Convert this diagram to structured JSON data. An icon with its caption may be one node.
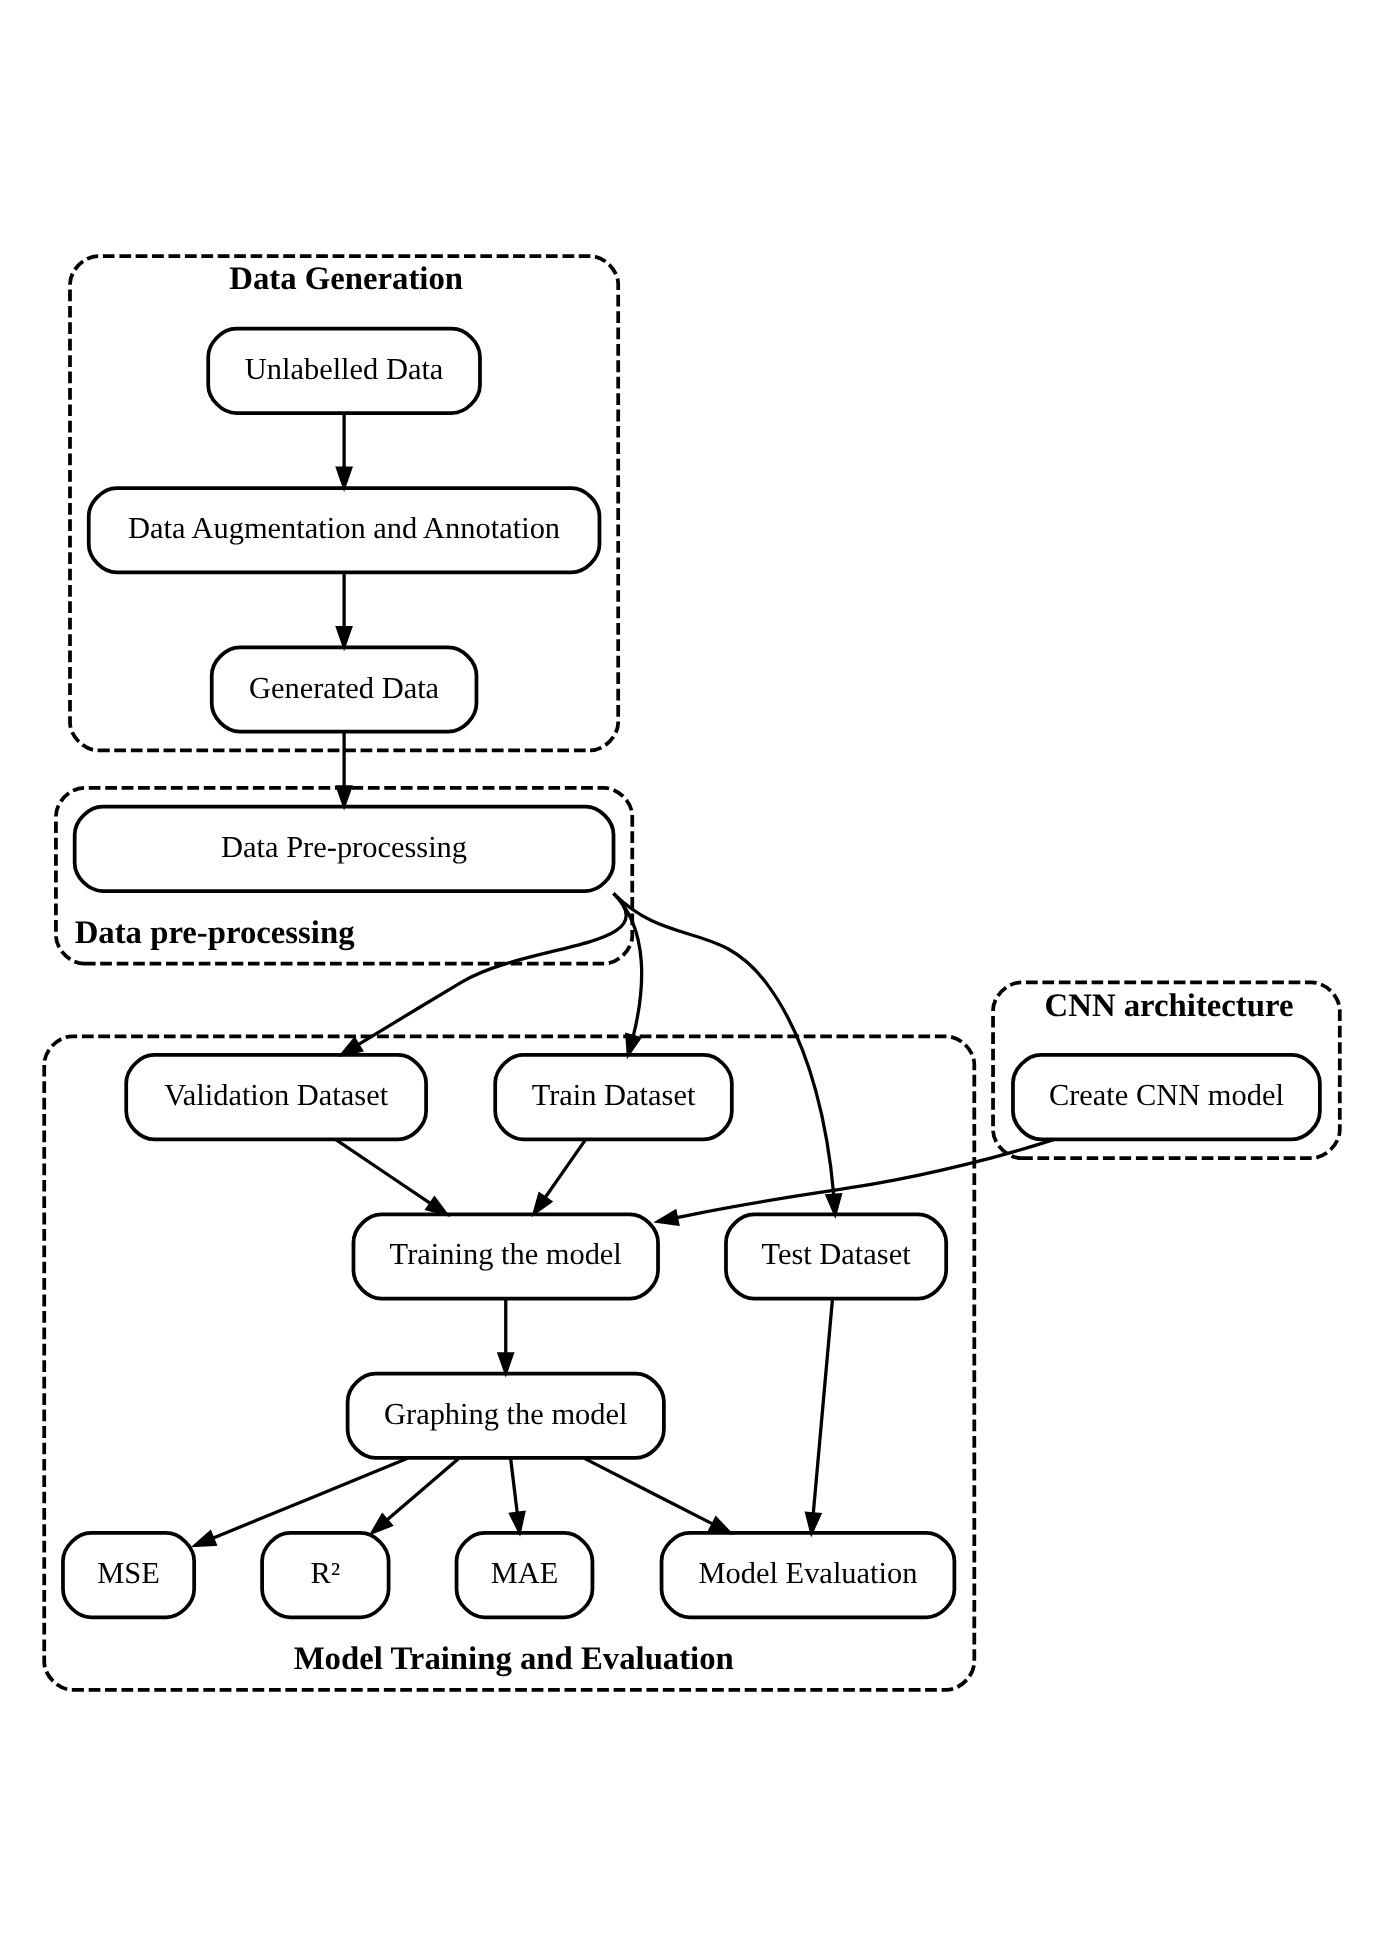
{
  "diagram": {
    "nodes": [
      {
        "text": [
          "Data Generation"
        ]
      },
      {
        "text": [
          "Unlabelled Data"
        ],
        "in": 0
      },
      {
        "text": [
          "Data Augmentation and Annotation"
        ],
        "in": 0
      },
      {
        "text": [
          "Generated Data"
        ],
        "in": 0
      },
      {
        "text": [
          "Data pre-processing"
        ]
      },
      {
        "text": [
          "Data Pre-processing"
        ],
        "in": 4
      },
      {
        "text": [
          "CNN architecture"
        ]
      },
      {
        "text": [
          "Create CNN model"
        ],
        "in": 6
      },
      {
        "text": [
          "Model Training and Evaluation"
        ]
      },
      {
        "text": [
          "Train Dataset"
        ],
        "in": 8
      },
      {
        "text": [
          "Validation Dataset"
        ],
        "in": 8
      },
      {
        "text": [
          "Test Dataset"
        ],
        "in": 8
      },
      {
        "text": [
          "Training the model"
        ],
        "in": 8
      },
      {
        "text": [
          "Graphing the model"
        ],
        "in": 8
      },
      {
        "text": [
          "Model Evaluation"
        ],
        "in": 8
      },
      {
        "text": [
          "MAE"
        ],
        "in": 8
      },
      {
        "text": [
          "MSE"
        ],
        "in": 8
      },
      {
        "text": [
          "R²"
        ],
        "in": 8
      }
    ],
    "edges": [
      {
        "from": 1,
        "to": 2,
        "arrow": "to"
      },
      {
        "from": 2,
        "to": 3,
        "arrow": "to"
      },
      {
        "from": 3,
        "to": 5,
        "arrow": "to"
      },
      {
        "from": 5,
        "to": 9,
        "arrow": "to"
      },
      {
        "from": 5,
        "to": 10,
        "arrow": "to"
      },
      {
        "from": 5,
        "to": 11,
        "arrow": "to"
      },
      {
        "from": 7,
        "to": 12,
        "arrow": "to"
      },
      {
        "from": 9,
        "to": 12,
        "arrow": "to"
      },
      {
        "from": 10,
        "to": 12,
        "arrow": "to"
      },
      {
        "from": 12,
        "to": 13,
        "arrow": "to"
      },
      {
        "from": 13,
        "to": 14,
        "arrow": "to"
      },
      {
        "from": 11,
        "to": 14,
        "arrow": "to"
      },
      {
        "from": 13,
        "to": 15,
        "arrow": "to"
      },
      {
        "from": 13,
        "to": 16,
        "arrow": "to"
      },
      {
        "from": 13,
        "to": 17,
        "arrow": "to"
      }
    ]
  }
}
